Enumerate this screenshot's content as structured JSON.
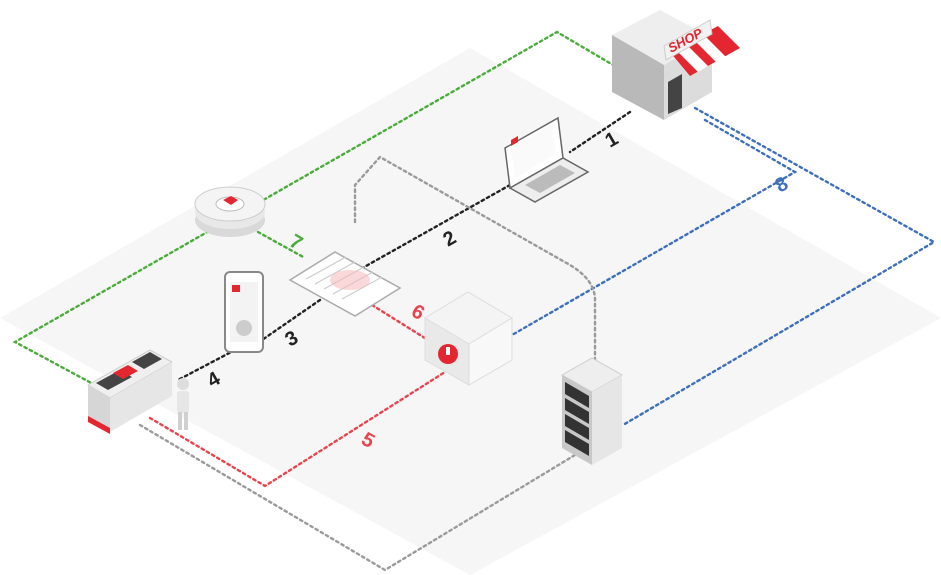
{
  "colors": {
    "black": "#222222",
    "green": "#4cab3c",
    "red": "#e8444d",
    "blue": "#3e6fba",
    "gray": "#9a9a9a",
    "brand_red": "#e3262f",
    "floor": "#f6f6f6"
  },
  "shop": {
    "sign": "SHOP"
  },
  "steps": {
    "s1": "1",
    "s2": "2",
    "s3": "3",
    "s4": "4",
    "s5": "5",
    "s6": "6",
    "s7": "7",
    "s8": "8"
  },
  "icons": {
    "shop": "shop-icon",
    "laptop": "laptop-icon",
    "document": "document-icon",
    "ribbon": "label-roll-icon",
    "phone": "smartphone-icon",
    "printer": "printer-icon",
    "person": "person-icon",
    "box": "box-icon",
    "server": "server-rack-icon"
  }
}
